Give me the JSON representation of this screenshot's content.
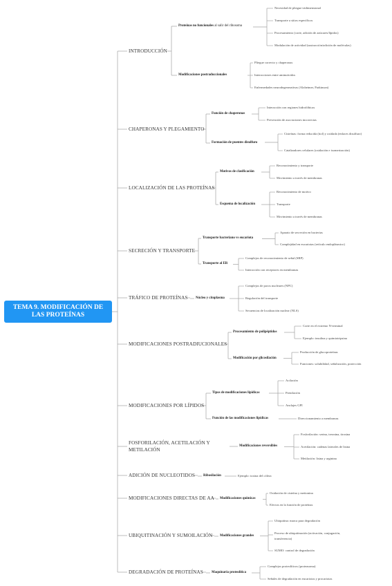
{
  "root": {
    "line1": "TEMA 9. MODIFICACIÓN DE",
    "line2": "LAS PROTEÍNAS"
  },
  "topics": [
    {
      "label": "INTRODUCCIÓN",
      "groups": [
        {
          "label": "Proteínas no funcionales",
          "label_suffix": " al salir del ribosoma",
          "items": [
            "Necesidad de pliegue tridimensional",
            "Transporte a sitios específicos",
            "Procesamiento (corte, adición de azúcares/lípidos)",
            "Modulación de actividad (sustracción/adición de moléculas)"
          ]
        },
        {
          "label": "Modificaciones postraduccionales",
          "items": [
            "Pliegue correcto y chaperonas",
            "Interacciones entre aminoácidos",
            "Enfermedades neurodegenerativas (Alzheimer, Parkinson)"
          ]
        }
      ]
    },
    {
      "label": "CHAPERONAS Y PLEGAMIENTO",
      "groups": [
        {
          "label": "Función de chaperonas",
          "items": [
            "Interacción con regiones hidrofóbicas",
            "Prevención de asociaciones incorrectas"
          ]
        },
        {
          "label": "Formación de puentes disulfuro",
          "items": [
            "Cisteínas: forma reducida (tiol) y oxidada (enlaces disulfuro)",
            "Catalizadores celulares (oxidación e isomerización)"
          ]
        }
      ]
    },
    {
      "label": "LOCALIZACIÓN DE LAS PROTEÍNAS",
      "groups": [
        {
          "label": "Motivos de clasificación",
          "items": [
            "Reconocimiento y transporte",
            "Movimiento a través de membranas"
          ]
        },
        {
          "label": "Esquema de localización",
          "items": [
            "Reconocimiento de motivo",
            "Transporte",
            "Movimiento a través de membranas"
          ]
        }
      ]
    },
    {
      "label": "SECRECIÓN Y TRANSPORTE",
      "groups": [
        {
          "label": "Transporte bacteriano vs eucariota",
          "items": [
            "Aparato de secreción en bacterias",
            "Complejidad en eucariotas (retículo endoplásmico)"
          ]
        },
        {
          "label": "Transporte al ER",
          "items": [
            "Complejos de reconocimiento de señal (SRP)",
            "Interacción con receptores en membranas"
          ]
        }
      ]
    },
    {
      "label": "TRÁFICO DE PROTEÍNAS",
      "groups": [
        {
          "label": "Núcleo y citoplasma",
          "items": [
            "Complejos de poros nucleares (NPC)",
            "Regulación del transporte",
            "Secuencias de localización nuclear (NLS)"
          ]
        }
      ]
    },
    {
      "label": "MODIFICACIONES POSTRADIUCIONALES",
      "groups": [
        {
          "label": "Procesamiento de polipéptidos",
          "items": [
            "Corte en el extremo N-terminal",
            "Ejemplo: insulina y quimiotripsina"
          ]
        },
        {
          "label": "Modificación por glicosilación",
          "items": [
            "Producción de glucoproteínas",
            "Funciones: solubilidad, señalización, protección"
          ]
        }
      ]
    },
    {
      "label": "MODIFICACIONES POR LÍPIDOS",
      "groups": [
        {
          "label": "Tipos de modificaciones lipídicas",
          "items": [
            "Acilación",
            "Prenilación",
            "Anclajes GPI"
          ]
        },
        {
          "label": "Función de las modificaciones lipídicas",
          "items": [
            "Direccionamiento a membranas"
          ]
        }
      ]
    },
    {
      "label_line1": "FOSFORILACIÓN, ACETILACIÓN Y",
      "label_line2": "METILACIÓN",
      "groups": [
        {
          "label": "Modificaciones reversibles",
          "items": [
            "Fosforilación: serina, treonina, tirosina",
            "Acetilación: cadenas laterales de lisina",
            "Metilación: lisina y arginina"
          ]
        }
      ]
    },
    {
      "label": "ADICIÓN DE NUCLEOTIDOS",
      "groups": [
        {
          "label": "Ribosilación",
          "items": [
            "Ejemplo: toxina del cólera"
          ]
        }
      ]
    },
    {
      "label": "MODIFICACIONES DIRECTAS DE AA",
      "groups": [
        {
          "label": "Modificaciones químicas",
          "items": [
            "Oxidación de cisteína y metionina",
            "Efectos en la función de proteínas"
          ]
        }
      ]
    },
    {
      "label": "UBIQUITINACIÓN Y SUMOILACIÓN",
      "groups": [
        {
          "label": "Modificaciones grandes",
          "items": [
            "Ubiquitina: marca para degradación",
            "Proceso de ubiquitinación (activación, conjugación,",
            "SUMO: control de degradación"
          ],
          "item_extra": {
            "index": 1,
            "line2": "transferencia)"
          }
        }
      ]
    },
    {
      "label": "DEGRADACIÓN DE PROTEÍNAS",
      "groups": [
        {
          "label": "Maquinaria proteolítica",
          "items": [
            "Complejos proteolíticos (proteasoma)",
            "Señales de degradación en eucariotas y procariotas"
          ]
        }
      ]
    }
  ],
  "colors": {
    "root_bg": "#2196f3",
    "line": "#a0a0a0"
  }
}
